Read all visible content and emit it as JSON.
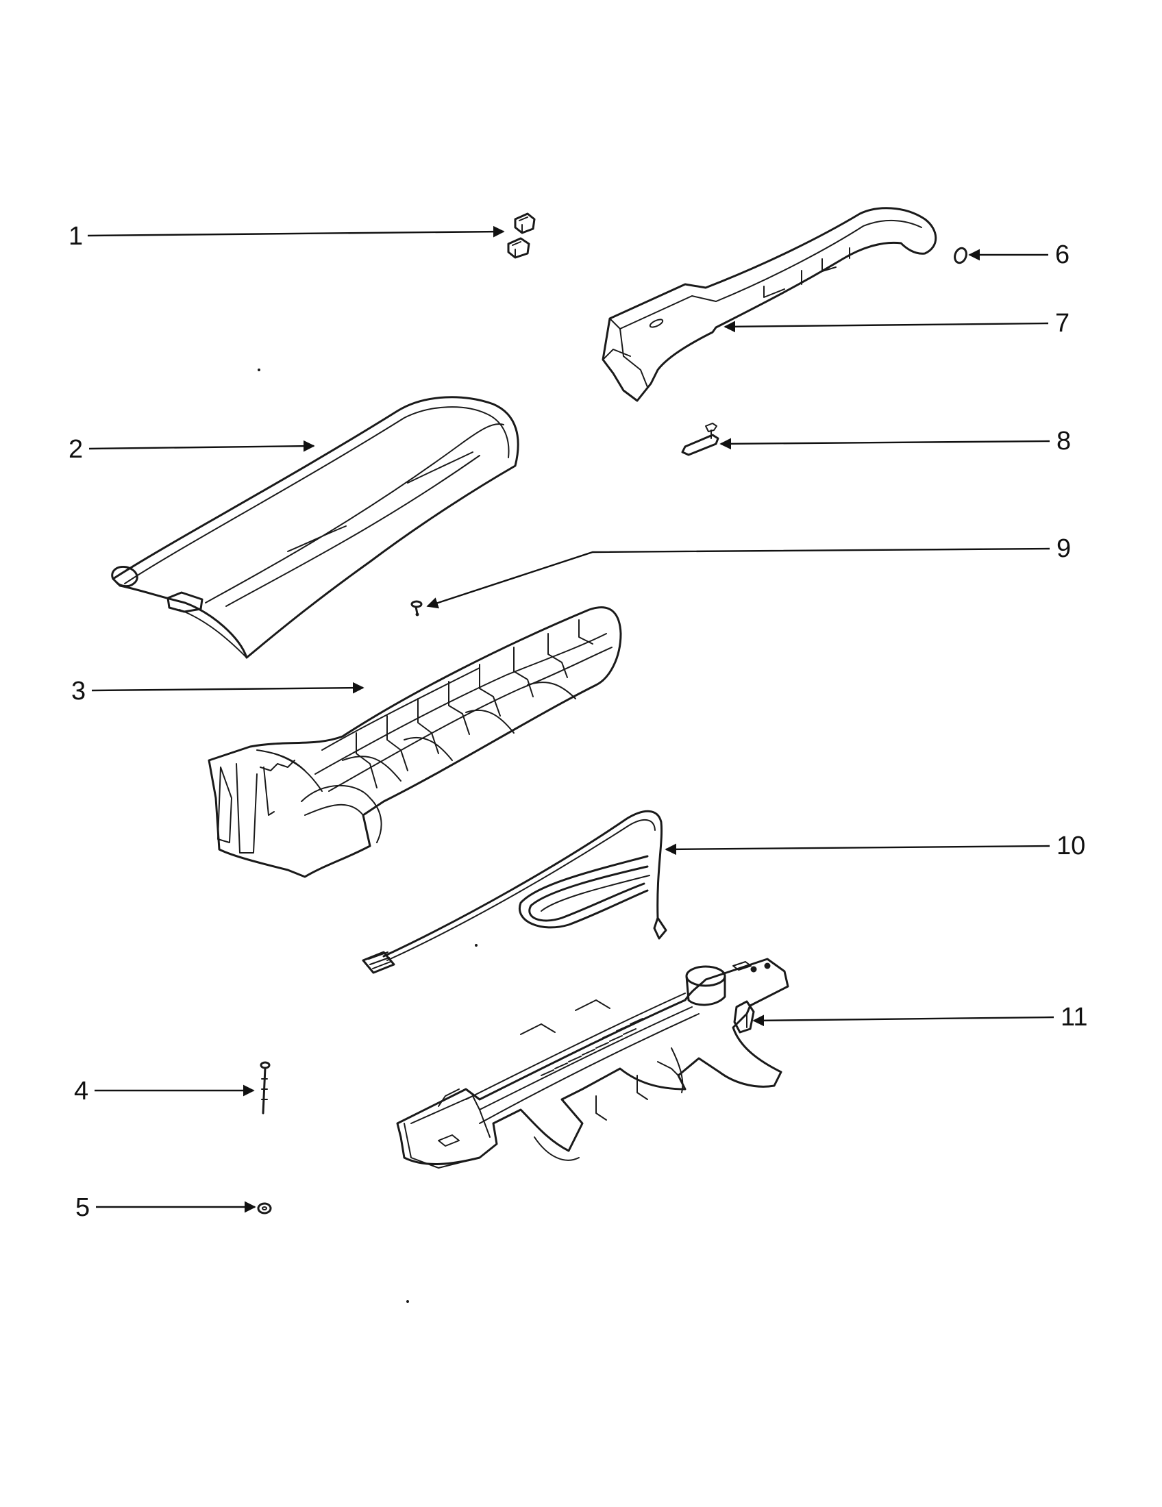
{
  "diagram": {
    "colors": {
      "ink": "#1a1a1a",
      "background": "#ffffff"
    },
    "callouts": [
      {
        "label": "1"
      },
      {
        "label": "2"
      },
      {
        "label": "3"
      },
      {
        "label": "4"
      },
      {
        "label": "5"
      },
      {
        "label": "6"
      },
      {
        "label": "7"
      },
      {
        "label": "8"
      },
      {
        "label": "9"
      },
      {
        "label": "10"
      },
      {
        "label": "11"
      }
    ]
  }
}
